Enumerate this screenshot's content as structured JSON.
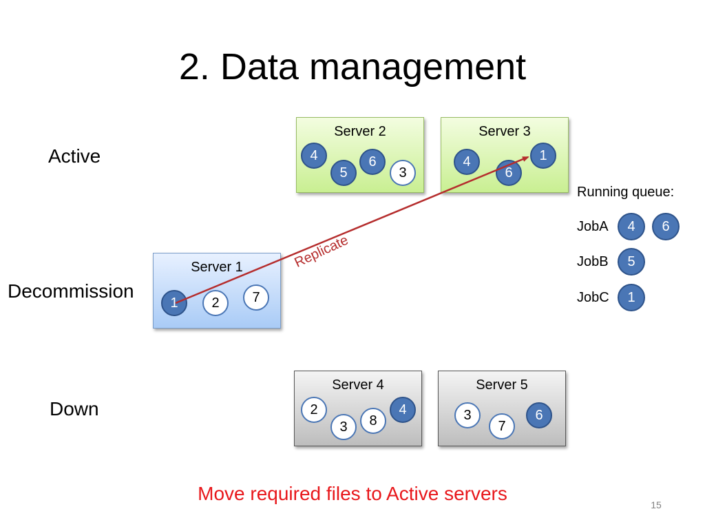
{
  "title": "2. Data management",
  "row_labels": {
    "active": "Active",
    "decommission": "Decommission",
    "down": "Down"
  },
  "servers": {
    "server2": {
      "name": "Server 2",
      "chunks": [
        "4",
        "6",
        "5",
        "3"
      ]
    },
    "server3": {
      "name": "Server 3",
      "chunks": [
        "1",
        "4",
        "6"
      ]
    },
    "server1": {
      "name": "Server 1",
      "chunks": [
        "1",
        "2",
        "7"
      ]
    },
    "server4": {
      "name": "Server 4",
      "chunks": [
        "2",
        "4",
        "8",
        "3"
      ]
    },
    "server5": {
      "name": "Server 5",
      "chunks": [
        "3",
        "6",
        "7"
      ]
    }
  },
  "replicate_label": "Replicate",
  "queue": {
    "title": "Running queue:",
    "jobs": [
      {
        "name": "JobA",
        "chunks": [
          "4",
          "6"
        ]
      },
      {
        "name": "JobB",
        "chunks": [
          "5"
        ]
      },
      {
        "name": "JobC",
        "chunks": [
          "1"
        ]
      }
    ]
  },
  "caption": "Move required files to Active servers",
  "page_number": "15",
  "colors": {
    "filled_chunk": "#4a76b5",
    "active_server": "#c9ef92",
    "decommission_server": "#a9cbf6",
    "down_server": "#bdbdbd",
    "caption": "#e8171b",
    "arrow": "#b52d2d"
  }
}
